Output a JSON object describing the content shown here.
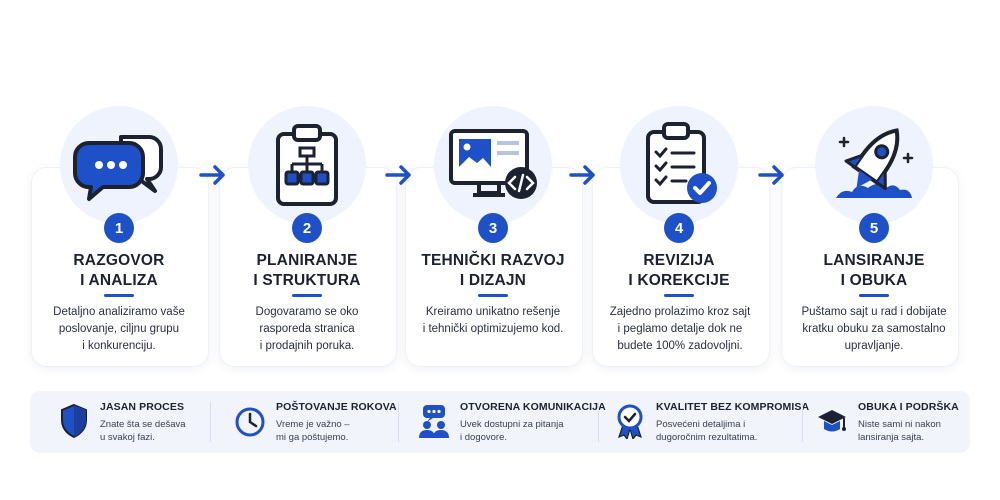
{
  "steps": [
    {
      "number": "1",
      "title": "RAZGOVOR\nI ANALIZA",
      "desc": "Detaljno analiziramo vaše\nposlovanje, ciljnu grupu\ni konkurenciju.",
      "icon": "chat-bubbles-icon"
    },
    {
      "number": "2",
      "title": "PLANIRANJE\nI STRUKTURA",
      "desc": "Dogovaramo se oko\nrasporeda stranica\ni prodajnih poruka.",
      "icon": "clipboard-sitemap-icon"
    },
    {
      "number": "3",
      "title": "TEHNIČKI RAZVOJ\nI DIZAJN",
      "desc": "Kreiramo unikatno rešenje\ni tehnički optimizujemo kod.",
      "icon": "monitor-code-icon"
    },
    {
      "number": "4",
      "title": "REVIZIJA\nI KOREKCIJE",
      "desc": "Zajedno prolazimo kroz sajt\ni peglamo detalje dok ne\nbudete 100% zadovoljni.",
      "icon": "checklist-icon"
    },
    {
      "number": "5",
      "title": "LANSIRANJE\nI OBUKA",
      "desc": "Puštamo sajt u rad i dobijate\nkratku obuku za samostalno\nupravljanje.",
      "icon": "rocket-icon"
    }
  ],
  "features": [
    {
      "title": "JASAN PROCES",
      "desc": "Znate šta se dešava\nu svakoj fazi.",
      "icon": "shield-icon"
    },
    {
      "title": "POŠTOVANJE ROKOVA",
      "desc": "Vreme je važno –\nmi ga poštujemo.",
      "icon": "clock-icon"
    },
    {
      "title": "OTVORENA KOMUNIKACIJA",
      "desc": "Uvek dostupni za pitanja\ni dogovore.",
      "icon": "team-chat-icon"
    },
    {
      "title": "KVALITET BEZ KOMPROMISA",
      "desc": "Posvećeni detaljima i\ndugoročnim rezultatima.",
      "icon": "quality-badge-icon"
    },
    {
      "title": "OBUKA I PODRŠKA",
      "desc": "Niste sami ni nakon\nlansiranja sajta.",
      "icon": "graduation-cap-icon"
    }
  ],
  "colors": {
    "accent": "#1e50c8",
    "dark": "#1c2230",
    "circle_bg": "#eef3fd",
    "bar_bg": "#f1f4fb"
  }
}
